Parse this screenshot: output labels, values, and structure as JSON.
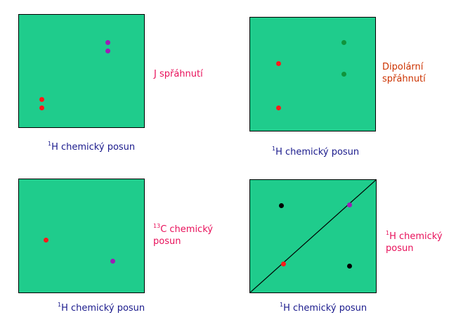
{
  "colors": {
    "panel": "#1fcc8c",
    "red": "#ff1a1a",
    "purple": "#9b1fb5",
    "green": "#10943c",
    "black": "#000000",
    "axis_text": "#1a1a8c",
    "side_text": "#e8105a",
    "dipolar_text": "#cc3300"
  },
  "panels": {
    "j_coupling": {
      "axis_nucleus": "1",
      "axis_text": "H chemický posun",
      "label": "J spřáhnutí"
    },
    "dipolar": {
      "axis_nucleus": "1",
      "axis_text": "H chemický posun",
      "label_line1": "Dipolární",
      "label_line2": "spřáhnutí"
    },
    "hetero": {
      "axis_nucleus": "1",
      "axis_text": "H chemický posun",
      "label_nucleus": "13",
      "label_line1": "C chemický",
      "label_line2": "posun"
    },
    "homo": {
      "axis_nucleus": "1",
      "axis_text": "H chemický posun",
      "label_nucleus": "1",
      "label_line1": "H chemický",
      "label_line2": "posun"
    }
  }
}
